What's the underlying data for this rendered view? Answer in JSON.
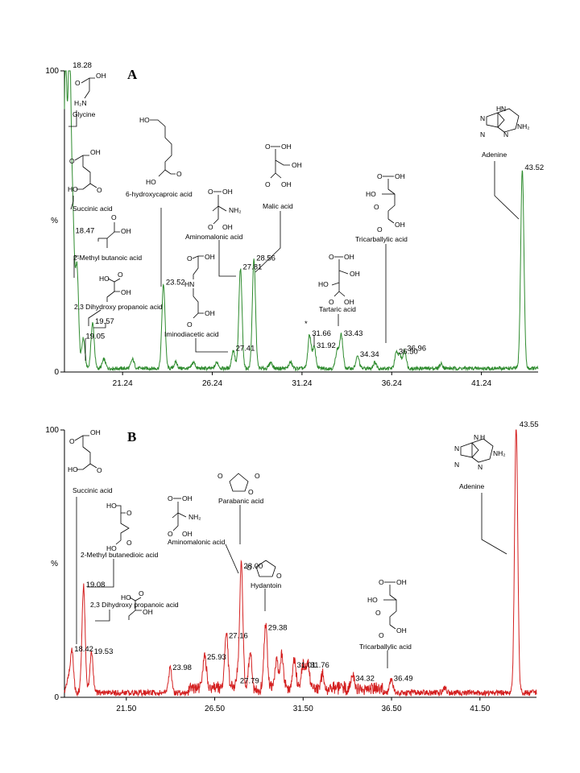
{
  "chart_data": [
    {
      "panel": "A",
      "type": "line",
      "color": "#2e8b2e",
      "ylabel": "%",
      "ylim": [
        0,
        100
      ],
      "xlim": [
        18.0,
        44.4
      ],
      "y_ticks": [
        "0",
        "100"
      ],
      "x_ticks": [
        21.24,
        26.24,
        31.24,
        36.24,
        41.24
      ],
      "x_tick_labels": [
        "21.24",
        "26.24",
        "31.24",
        "36.24",
        "41.24"
      ],
      "peaks": [
        {
          "t": 18.05,
          "h": 100
        },
        {
          "t": 18.28,
          "h": 100,
          "label": "18.28"
        },
        {
          "t": 18.47,
          "h": 45,
          "label": "18.47"
        },
        {
          "t": 18.7,
          "h": 33
        },
        {
          "t": 19.05,
          "h": 10,
          "label": "19.05"
        },
        {
          "t": 19.57,
          "h": 15,
          "label": "19.57"
        },
        {
          "t": 20.2,
          "h": 3
        },
        {
          "t": 21.8,
          "h": 3
        },
        {
          "t": 23.52,
          "h": 28,
          "label": "23.52"
        },
        {
          "t": 24.2,
          "h": 2
        },
        {
          "t": 25.2,
          "h": 2
        },
        {
          "t": 26.5,
          "h": 2
        },
        {
          "t": 27.41,
          "h": 6,
          "label": "27.41"
        },
        {
          "t": 27.81,
          "h": 33,
          "label": "27.81"
        },
        {
          "t": 28.56,
          "h": 36,
          "label": "28.56"
        },
        {
          "t": 29.5,
          "h": 2
        },
        {
          "t": 30.6,
          "h": 2
        },
        {
          "t": 31.66,
          "h": 11,
          "label": "31.66"
        },
        {
          "t": 31.92,
          "h": 7,
          "label": "31.92"
        },
        {
          "t": 33.43,
          "h": 11,
          "label": "33.43"
        },
        {
          "t": 33.2,
          "h": 6
        },
        {
          "t": 34.34,
          "h": 4,
          "label": "34.34"
        },
        {
          "t": 35.3,
          "h": 2
        },
        {
          "t": 36.5,
          "h": 5,
          "label": "36.50"
        },
        {
          "t": 36.7,
          "h": 4
        },
        {
          "t": 36.96,
          "h": 6,
          "label": "36.96"
        },
        {
          "t": 39.0,
          "h": 1.5
        },
        {
          "t": 43.52,
          "h": 66,
          "label": "43.52"
        }
      ],
      "compounds": [
        "Glycine",
        "Succinic acid",
        "2-Methyl butanoic acid",
        "2,3 Dihydroxy propanoic acid",
        "6-hydroxycaproic acid",
        "Iminodiacetic acid",
        "Aminomalonic acid",
        "Malic acid",
        "Tartaric acid",
        "Tricarballylic acid",
        "Adenine"
      ],
      "annotations": [
        "*"
      ]
    },
    {
      "panel": "B",
      "type": "line",
      "color": "#d42020",
      "ylabel": "%",
      "ylim": [
        0,
        100
      ],
      "xlim": [
        18.0,
        44.7
      ],
      "y_ticks": [
        "0",
        "100"
      ],
      "x_ticks": [
        21.5,
        26.5,
        31.5,
        36.5,
        41.5
      ],
      "x_tick_labels": [
        "21.50",
        "26.50",
        "31.50",
        "36.50",
        "41.50"
      ],
      "peaks": [
        {
          "t": 18.2,
          "h": 5
        },
        {
          "t": 18.42,
          "h": 16,
          "label": "18.42"
        },
        {
          "t": 19.08,
          "h": 40,
          "label": "19.08"
        },
        {
          "t": 19.53,
          "h": 15,
          "label": "19.53"
        },
        {
          "t": 23.98,
          "h": 9,
          "label": "23.98"
        },
        {
          "t": 25.93,
          "h": 13,
          "label": "25.93"
        },
        {
          "t": 27.16,
          "h": 21,
          "label": "27.16"
        },
        {
          "t": 27.79,
          "h": 4,
          "label": "27.79"
        },
        {
          "t": 28.0,
          "h": 47,
          "label": "28.00"
        },
        {
          "t": 28.5,
          "h": 13
        },
        {
          "t": 29.38,
          "h": 24,
          "label": "29.38"
        },
        {
          "t": 30.0,
          "h": 11
        },
        {
          "t": 30.3,
          "h": 12
        },
        {
          "t": 31.01,
          "h": 10,
          "label": "31.01"
        },
        {
          "t": 31.5,
          "h": 9
        },
        {
          "t": 31.76,
          "h": 10,
          "label": "31.76"
        },
        {
          "t": 32.6,
          "h": 5
        },
        {
          "t": 34.32,
          "h": 5,
          "label": "34.32"
        },
        {
          "t": 36.49,
          "h": 5,
          "label": "36.49"
        },
        {
          "t": 39.5,
          "h": 2
        },
        {
          "t": 43.55,
          "h": 100,
          "label": "43.55"
        }
      ],
      "compounds": [
        "Succinic acid",
        "2-Methyl butanedioic acid",
        "2,3 Dihydroxy propanoic acid",
        "Aminomalonic acid",
        "Parabanic acid",
        "Hydantoin",
        "Tricarballylic acid",
        "Adenine"
      ]
    }
  ],
  "chem": {
    "oh": "OH",
    "ho": "HO",
    "o": "O",
    "h2n": "H₂N",
    "nh2": "NH₂",
    "nh": "NH",
    "hn": "HN",
    "h": "H",
    "n": "N"
  }
}
